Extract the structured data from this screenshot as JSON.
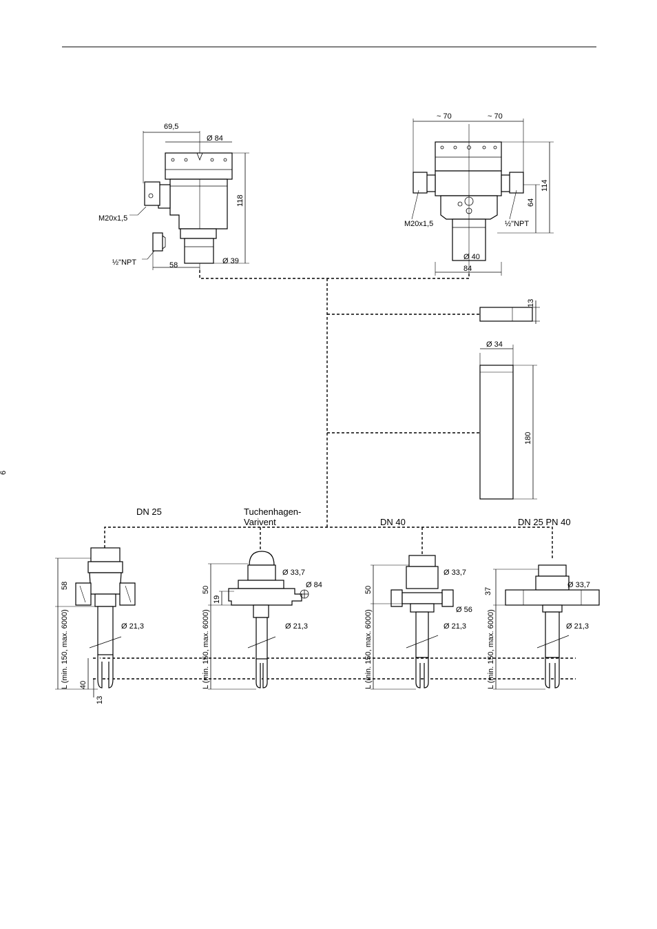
{
  "page_number": "6",
  "top_left": {
    "w_69_5": "69,5",
    "d_84": "Ø 84",
    "h_118": "118",
    "m20": "M20x1,5",
    "npt": "½\"NPT",
    "w_58": "58",
    "d_39": "Ø 39"
  },
  "top_right": {
    "w_70_left": "~ 70",
    "w_70_right": "~ 70",
    "h_114": "114",
    "h_64": "64",
    "m20": "M20x1,5",
    "npt": "½\"NPT",
    "d_40": "Ø 40",
    "w_84": "84"
  },
  "middle": {
    "h_13": "13",
    "d_34": "Ø 34",
    "h_180": "180"
  },
  "variants": {
    "dn25": {
      "title": "DN 25",
      "h58": "58",
      "d21": "Ø 21,3",
      "L": "L (min. 150, max. 6000)",
      "h40": "40",
      "h13": "13"
    },
    "tuchenhagen": {
      "title1": "Tuchenhagen-",
      "title2": "Varivent",
      "d33": "Ø 33,7",
      "d84": "Ø 84",
      "h50": "50",
      "h19": "19",
      "d21": "Ø 21,3",
      "L": "L (min. 150, max. 6000)"
    },
    "dn40": {
      "title": "DN 40",
      "d33": "Ø 33,7",
      "h50": "50",
      "d56": "Ø 56",
      "d21": "Ø 21,3",
      "L": "L (min. 150, max. 6000)"
    },
    "dn25pn40": {
      "title": "DN 25 PN 40",
      "d33": "Ø 33,7",
      "h37": "37",
      "d21": "Ø 21,3",
      "L": "L (min. 150, max. 6000)"
    }
  }
}
